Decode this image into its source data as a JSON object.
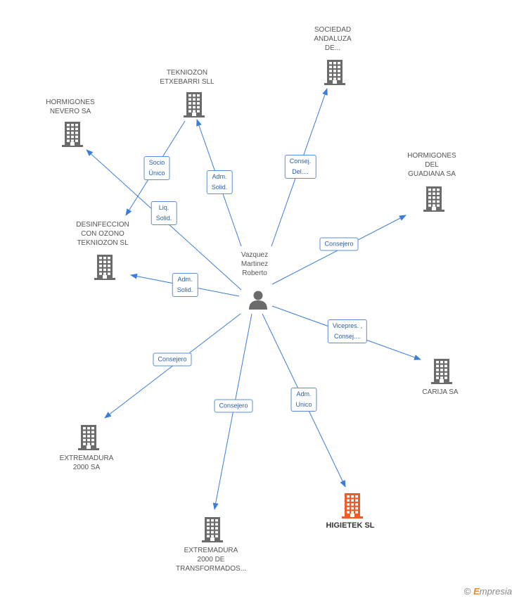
{
  "center": {
    "id": "person",
    "label": "Vazquez\nMartinez\nRoberto",
    "icon": "person-icon"
  },
  "colors": {
    "edge": "#3b7dd8",
    "building": "#6b6b6b",
    "highlight": "#f05a28",
    "badge_border": "#5b8fd4",
    "badge_text": "#2e5f9e"
  },
  "nodes": [
    {
      "id": "sociedad",
      "label": "SOCIEDAD\nANDALUZA\nDE...",
      "icon": "building-icon",
      "highlight": false
    },
    {
      "id": "tekniozon",
      "label": "TEKNIOZON\nETXEBARRI  SLL",
      "icon": "building-icon",
      "highlight": false
    },
    {
      "id": "hormigones-nevero",
      "label": "HORMIGONES\nNEVERO SA",
      "icon": "building-icon",
      "highlight": false
    },
    {
      "id": "hormigones-guadiana",
      "label": "HORMIGONES\nDEL\nGUADIANA SA",
      "icon": "building-icon",
      "highlight": false
    },
    {
      "id": "desinfeccion",
      "label": "DESINFECCION\nCON OZONO\nTEKNIOZON  SL",
      "icon": "building-icon",
      "highlight": false
    },
    {
      "id": "carija",
      "label": "CARIJA SA",
      "icon": "building-icon",
      "highlight": false
    },
    {
      "id": "extremadura-2000",
      "label": "EXTREMADURA\n2000 SA",
      "icon": "building-icon",
      "highlight": false
    },
    {
      "id": "extremadura-transformados",
      "label": "EXTREMADURA\n2000 DE\nTRANSFORMADOS...",
      "icon": "building-icon",
      "highlight": false
    },
    {
      "id": "higietek",
      "label": "HIGIETEK  SL",
      "icon": "building-icon",
      "highlight": true
    }
  ],
  "edges": [
    {
      "from": "person",
      "to": "sociedad",
      "label": "Consej.\nDel...."
    },
    {
      "from": "person",
      "to": "tekniozon",
      "label": "Adm.\nSolid."
    },
    {
      "from": "tekniozon",
      "to": "desinfeccion",
      "label": "Socio\nÚnico"
    },
    {
      "from": "person",
      "to": "hormigones-nevero",
      "label": "Liq.\nSolid."
    },
    {
      "from": "person",
      "to": "hormigones-guadiana",
      "label": "Consejero"
    },
    {
      "from": "person",
      "to": "desinfeccion",
      "label": "Adm.\nSolid."
    },
    {
      "from": "person",
      "to": "carija",
      "label": "Vicepres. ,\nConsej...."
    },
    {
      "from": "person",
      "to": "extremadura-2000",
      "label": "Consejero"
    },
    {
      "from": "person",
      "to": "extremadura-transformados",
      "label": "Consejero"
    },
    {
      "from": "person",
      "to": "higietek",
      "label": "Adm.\nUnico"
    }
  ],
  "footer": {
    "copyright": "©",
    "brand_first": "E",
    "brand_rest": "mpresia"
  }
}
